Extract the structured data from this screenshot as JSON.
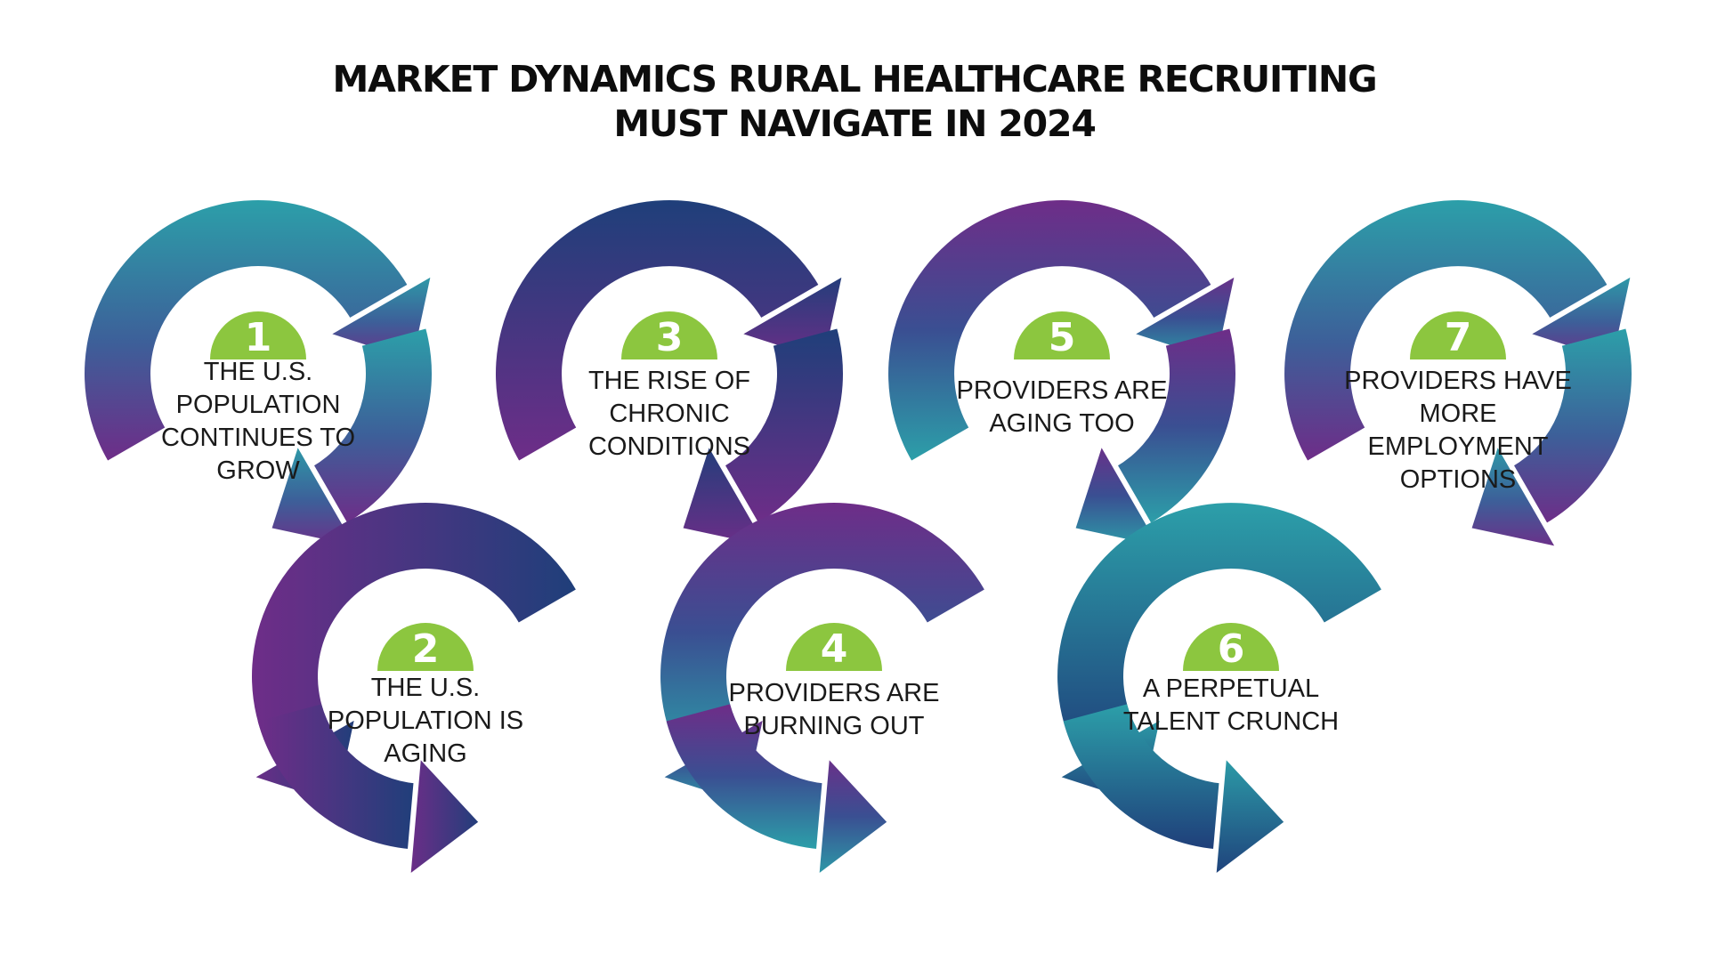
{
  "title": {
    "line1": "MARKET DYNAMICS RURAL HEALTHCARE RECRUITING",
    "line2": "MUST NAVIGATE IN 2024"
  },
  "colors": {
    "teal": "#2c9fa9",
    "navy": "#1f3f7a",
    "purple": "#6e2d88",
    "badge_green": "#8cc63f",
    "text": "#1a1a1a"
  },
  "steps": [
    {
      "number": "1",
      "text": "THE U.S.\nPOPULATION\nCONTINUES TO\nGROW"
    },
    {
      "number": "2",
      "text": "THE U.S.\nPOPULATION IS\nAGING"
    },
    {
      "number": "3",
      "text": "THE RISE OF\nCHRONIC\nCONDITIONS"
    },
    {
      "number": "4",
      "text": "PROVIDERS ARE\nBURNING OUT"
    },
    {
      "number": "5",
      "text": "PROVIDERS ARE\nAGING TOO"
    },
    {
      "number": "6",
      "text": "A PERPETUAL\nTALENT CRUNCH"
    },
    {
      "number": "7",
      "text": "PROVIDERS HAVE\nMORE\nEMPLOYMENT\nOPTIONS"
    }
  ]
}
